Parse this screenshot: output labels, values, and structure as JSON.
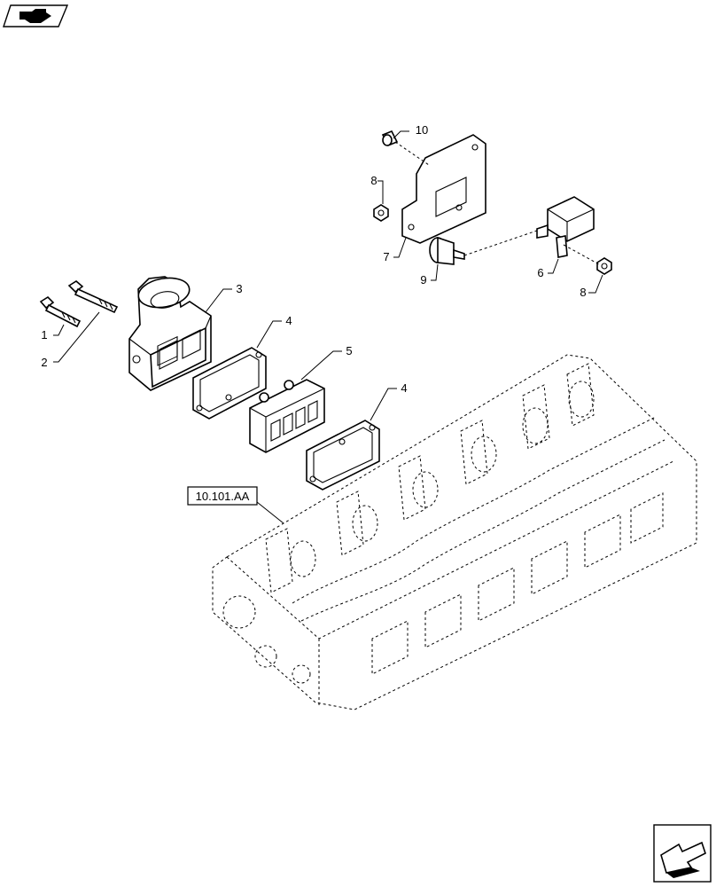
{
  "header": {
    "nav_icon": "pointing-hand-icon"
  },
  "footer": {
    "nav_icon": "next-page-arrow-icon"
  },
  "reference": {
    "label": "10.101.AA"
  },
  "callouts": [
    {
      "id": "c1",
      "text": "1"
    },
    {
      "id": "c2",
      "text": "2"
    },
    {
      "id": "c3",
      "text": "3"
    },
    {
      "id": "c4a",
      "text": "4"
    },
    {
      "id": "c4b",
      "text": "4"
    },
    {
      "id": "c5",
      "text": "5"
    },
    {
      "id": "c6",
      "text": "6"
    },
    {
      "id": "c7",
      "text": "7"
    },
    {
      "id": "c8a",
      "text": "8"
    },
    {
      "id": "c8b",
      "text": "8"
    },
    {
      "id": "c9",
      "text": "9"
    },
    {
      "id": "c10",
      "text": "10"
    }
  ],
  "colors": {
    "line": "#000000",
    "background": "#ffffff"
  }
}
